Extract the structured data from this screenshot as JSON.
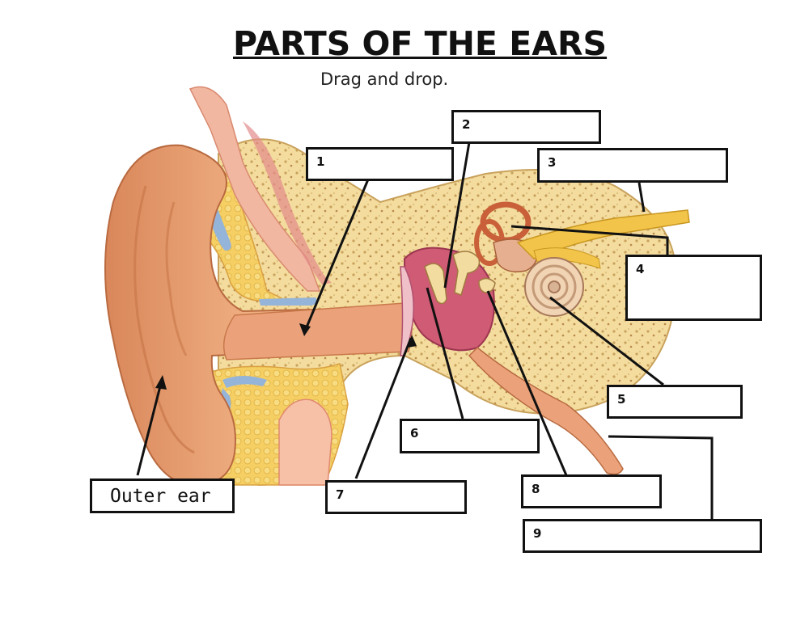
{
  "header": {
    "title": "PARTS OF THE EARS",
    "instruction": "Drag and drop."
  },
  "labels": {
    "given": "Outer ear",
    "drop_zones": [
      "1",
      "2",
      "3",
      "4",
      "5",
      "6",
      "7",
      "8",
      "9"
    ]
  },
  "colors": {
    "skin": "#e8a070",
    "skin_dark": "#c9784a",
    "bone": "#f3d99a",
    "bone_spots": "#c9a25c",
    "cartilage": "#f5cc5a",
    "blue_vessel": "#8fb0d8",
    "eardrum_pink": "#d65a78",
    "cochlea": "#f0d4b0",
    "nerve": "#f2c54a"
  }
}
